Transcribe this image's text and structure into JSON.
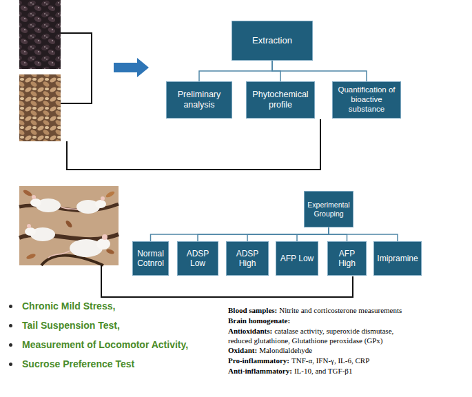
{
  "diagram": {
    "nodes": [
      {
        "text": [
          "Extraction"
        ]
      },
      {
        "text": [
          "Preliminary analysis"
        ]
      },
      {
        "text": [
          "Phytochemical profile"
        ]
      },
      {
        "text": [
          "Quantification of bioactive substance"
        ]
      },
      {
        "text": [
          "Experimental Grouping"
        ]
      },
      {
        "text": [
          "Normal Cotnrol"
        ]
      },
      {
        "text": [
          "ADSP Low"
        ]
      },
      {
        "text": [
          "ADSP High"
        ]
      },
      {
        "text": [
          "AFP Low"
        ]
      },
      {
        "text": [
          "AFP High"
        ]
      },
      {
        "text": [
          "Imipramine"
        ]
      }
    ],
    "edges": [
      {
        "from": 0,
        "to": 1,
        "arrow": "none"
      },
      {
        "from": 0,
        "to": 2,
        "arrow": "none"
      },
      {
        "from": 0,
        "to": 3,
        "arrow": "none"
      },
      {
        "from": 4,
        "to": 5,
        "arrow": "none"
      },
      {
        "from": 4,
        "to": 6,
        "arrow": "none"
      },
      {
        "from": 4,
        "to": 7,
        "arrow": "none"
      },
      {
        "from": 4,
        "to": 8,
        "arrow": "none"
      },
      {
        "from": 4,
        "to": 9,
        "arrow": "none"
      },
      {
        "from": 4,
        "to": 10,
        "arrow": "none"
      }
    ],
    "labels": [
      "Chronic Mild Stress,",
      "Tail Suspension Test,",
      "Measurement of Locomotor Activity,",
      "Sucrose Preference Test",
      "Blood samples:",
      "Nitrite and corticosterone measurements",
      "Brain homogenate:",
      "Antioxidants:",
      "catalase activity, superoxide dismutase, reduced glutathione, Glutathione peroxidase (GPx)",
      "Oxidant:",
      "Malondialdehyde",
      "Pro-inflammatory:",
      "TNF-α, IFN-γ, IL-6, CRP",
      "Anti-inflammatory:",
      "IL-10, and TGF-β1"
    ]
  }
}
